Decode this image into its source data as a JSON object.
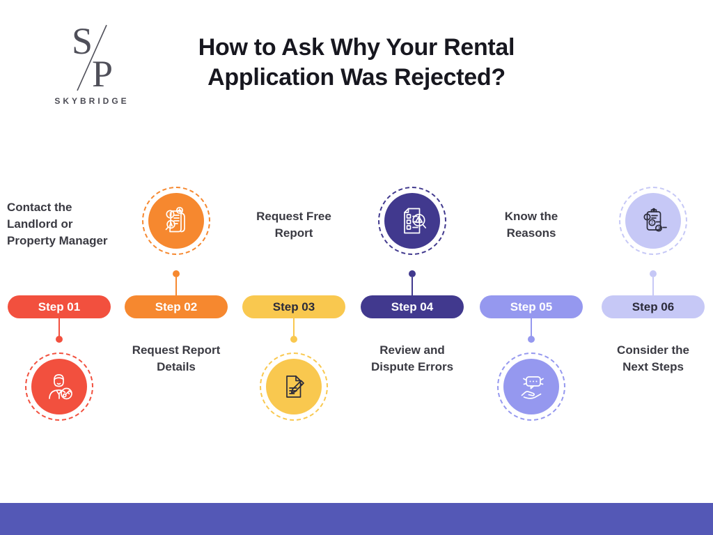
{
  "brand": {
    "monogram_top": "S",
    "monogram_bottom": "P",
    "name": "SKYBRIDGE"
  },
  "title": {
    "lines": [
      "How to Ask Why Your Rental",
      "Application Was Rejected?"
    ]
  },
  "colors": {
    "footer_bar": "#5458B6",
    "title_text": "#17171F",
    "label_text": "#3A3A42",
    "background": "#FFFFFF"
  },
  "steps": [
    {
      "pill_label": "Step 01",
      "label": "Contact the Landlord or Property Manager",
      "label_lines": [
        "Contact the",
        "Landlord or",
        "Property Manager"
      ],
      "color": "#F2503E",
      "text_color": "#FFFFFF",
      "icon": "person-with-key",
      "icon_color": "#FFFFFF",
      "icon_position": "below-pill",
      "label_position": "above-pill-left"
    },
    {
      "pill_label": "Step 02",
      "label": "Request Report Details",
      "label_lines": [
        "Request Report",
        "Details"
      ],
      "color": "#F6882F",
      "text_color": "#FFFFFF",
      "icon": "report-with-info-and-magnifier",
      "icon_color": "#FFFFFF",
      "icon_position": "above-pill",
      "label_position": "below-pill"
    },
    {
      "pill_label": "Step 03",
      "label": "Request Free Report",
      "label_lines": [
        "Request Free",
        "Report"
      ],
      "color": "#F9C84F",
      "text_color": "#2B2B3A",
      "icon": "document-with-pencil",
      "icon_color": "#2B2B3A",
      "icon_position": "below-pill",
      "label_position": "above-pill"
    },
    {
      "pill_label": "Step 04",
      "label": "Review and Dispute Errors",
      "label_lines": [
        "Review and",
        "Dispute Errors"
      ],
      "color": "#41398E",
      "text_color": "#FFFFFF",
      "icon": "checklist-with-warning-magnifier",
      "icon_color": "#FFFFFF",
      "icon_position": "above-pill",
      "label_position": "below-pill"
    },
    {
      "pill_label": "Step 05",
      "label": "Know the Reasons",
      "label_lines": [
        "Know the",
        "Reasons"
      ],
      "color": "#9598EF",
      "text_color": "#FFFFFF",
      "icon": "hand-with-speech-bubble",
      "icon_color": "#FFFFFF",
      "icon_position": "below-pill",
      "label_position": "above-pill"
    },
    {
      "pill_label": "Step 06",
      "label": "Consider the Next Steps",
      "label_lines": [
        "Consider the",
        "Next Steps"
      ],
      "color": "#C6C8F6",
      "text_color": "#2B2B3A",
      "icon": "clipboard-with-numbered-steps",
      "icon_color": "#2B2B3A",
      "icon_position": "above-pill",
      "label_position": "below-pill"
    }
  ]
}
